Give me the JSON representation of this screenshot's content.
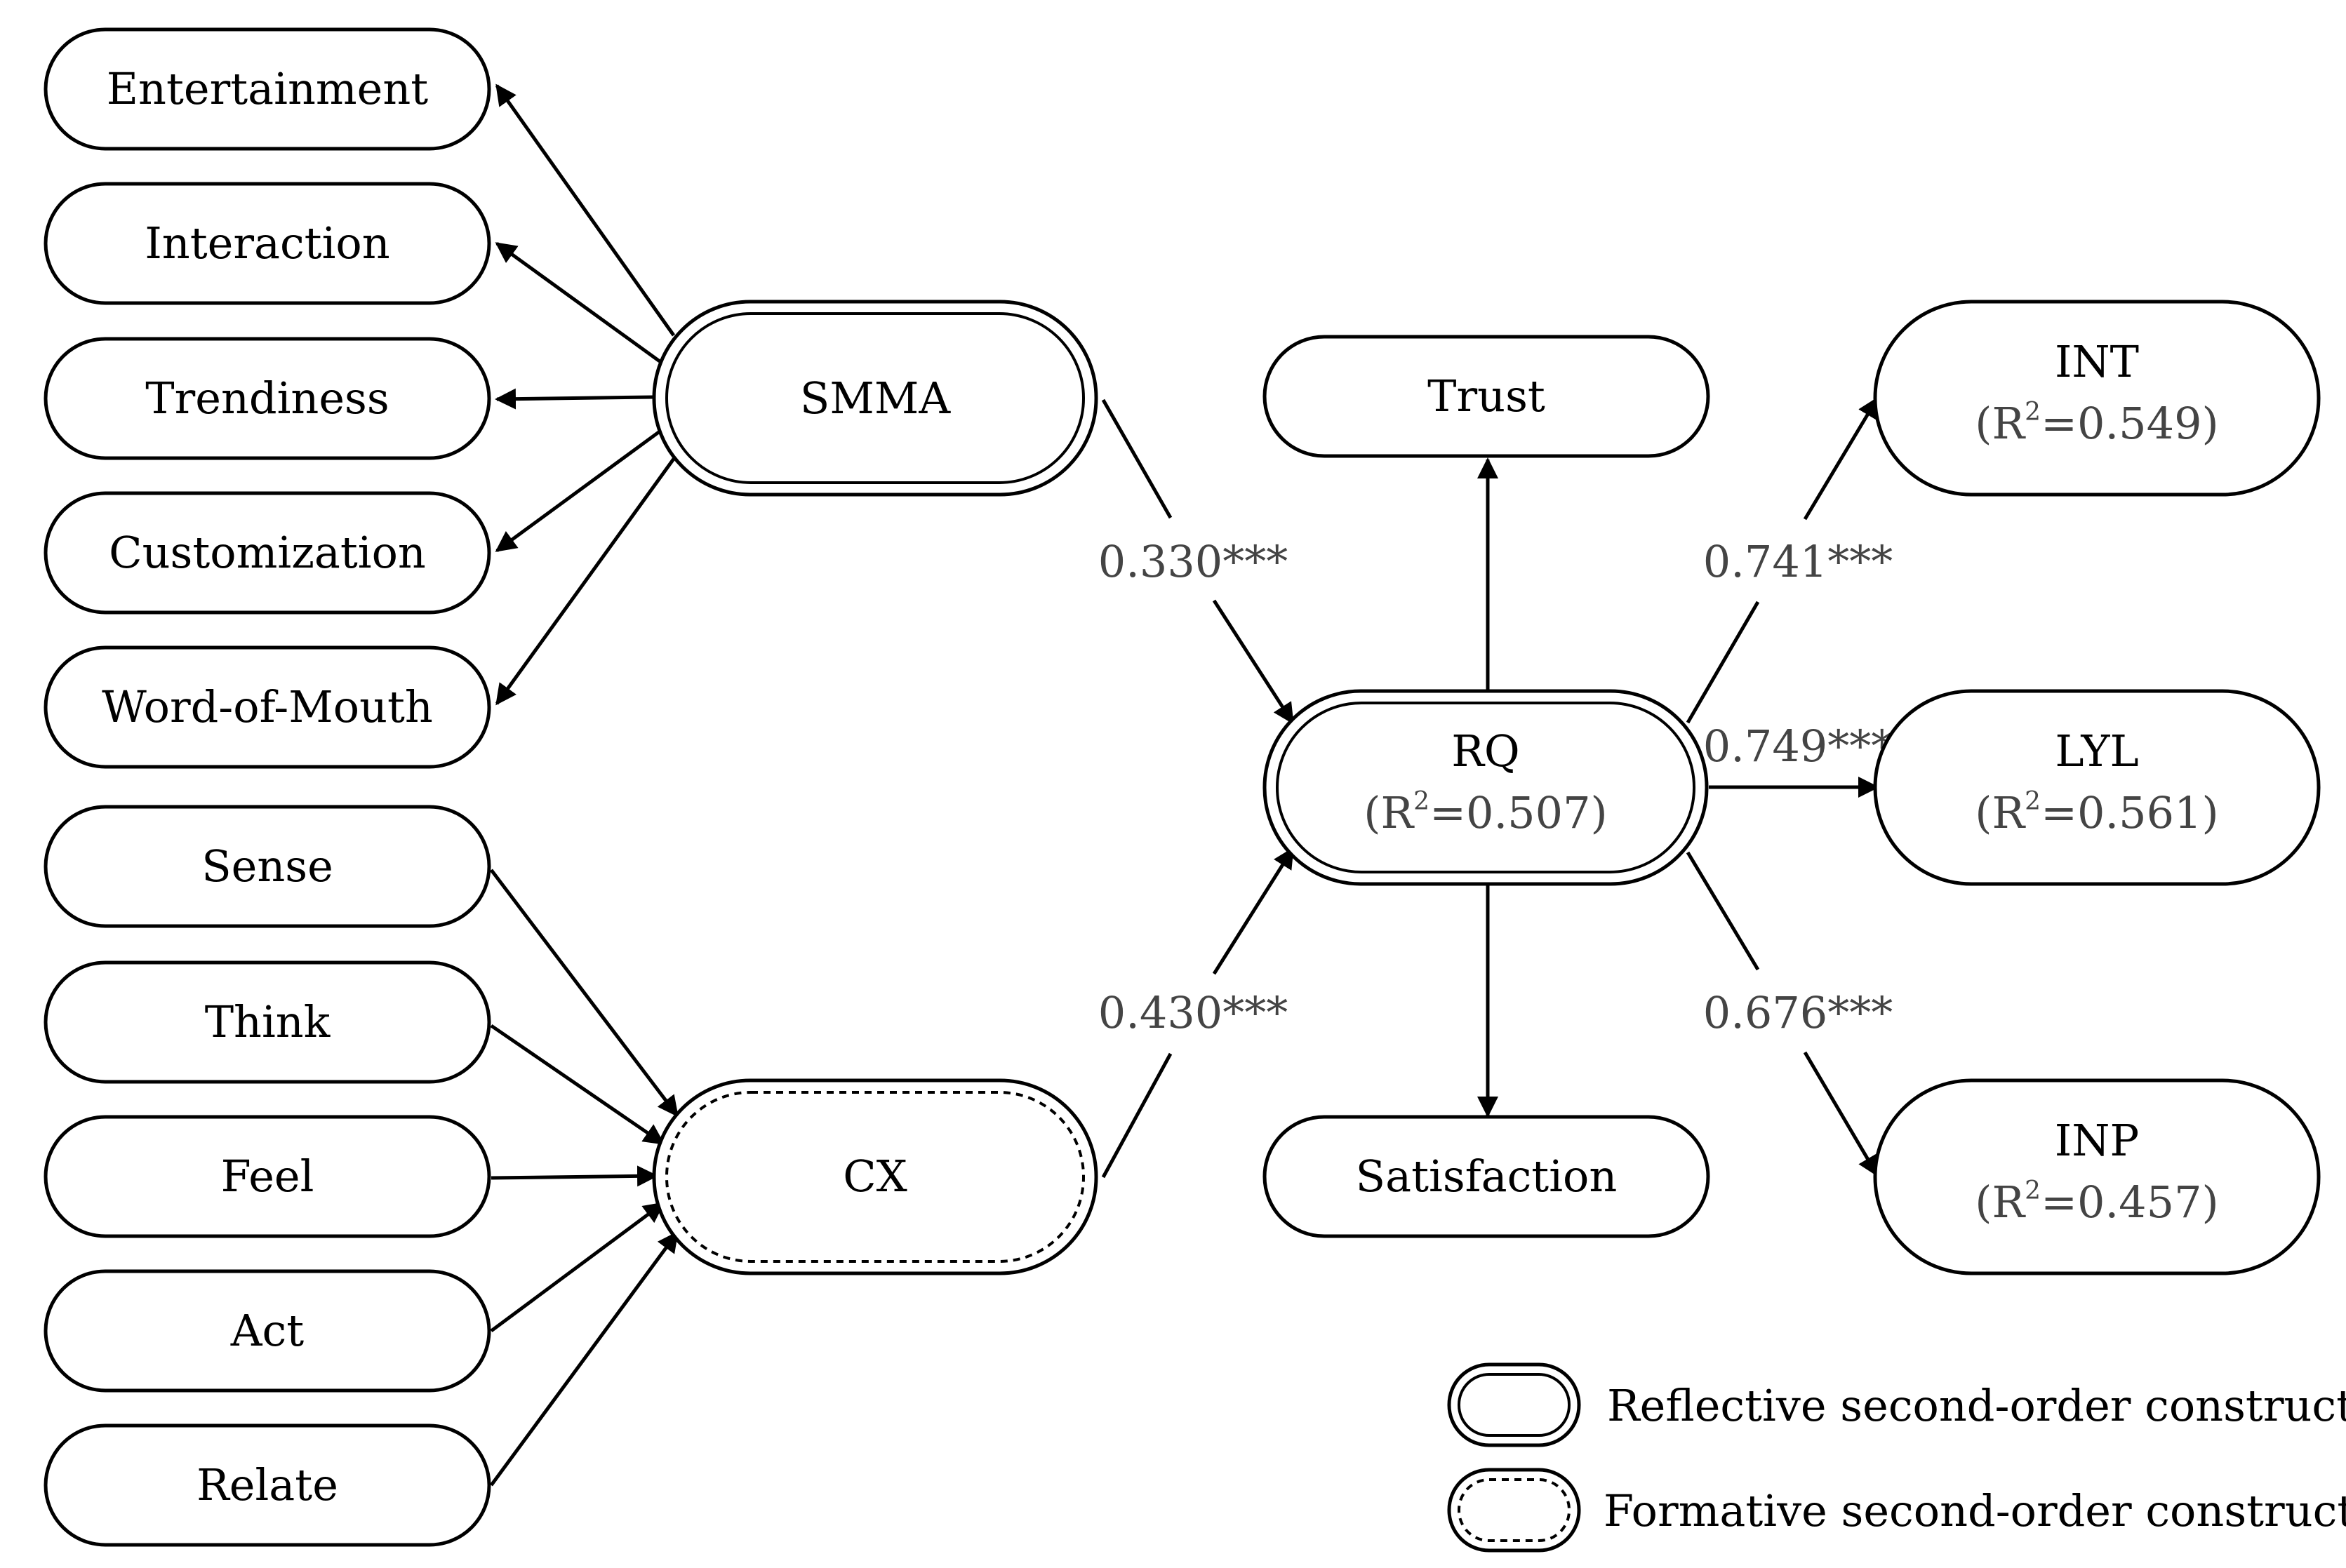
{
  "nodes": {
    "entertainment": "Entertainment",
    "interaction": "Interaction",
    "trendiness": "Trendiness",
    "customization": "Customization",
    "word_of_mouth": "Word-of-Mouth",
    "sense": "Sense",
    "think": "Think",
    "feel": "Feel",
    "act": "Act",
    "relate": "Relate",
    "smma": "SMMA",
    "cx": "CX",
    "trust": "Trust",
    "satisfaction": "Satisfaction",
    "rq": "RQ",
    "int": "INT",
    "lyl": "LYL",
    "inp": "INP"
  },
  "r2": {
    "rq": "0.507",
    "int": "0.549",
    "lyl": "0.561",
    "inp": "0.457"
  },
  "r2_parts": {
    "open": "(R",
    "sup": "2",
    "eq": "=",
    "close": ")"
  },
  "coefficients": {
    "smma_rq": "0.330***",
    "cx_rq": "0.430***",
    "rq_int": "0.741***",
    "rq_lyl": "0.749***",
    "rq_inp": "0.676***"
  },
  "legend": {
    "reflective": "Reflective second-order construct",
    "formative": "Formative second-order construct"
  }
}
